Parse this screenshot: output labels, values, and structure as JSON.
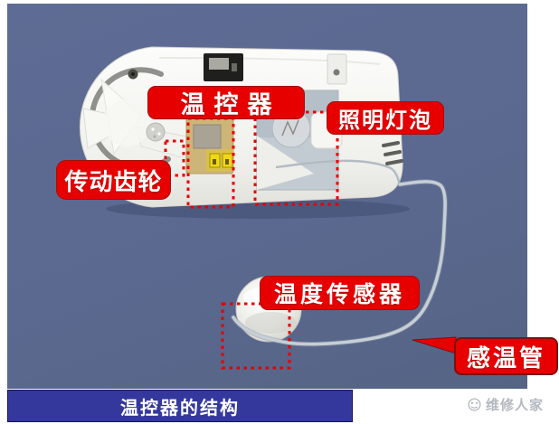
{
  "annotations": {
    "thermostat": {
      "label": "温控器"
    },
    "lighting_bulb": {
      "label": "照明灯泡"
    },
    "drive_gear": {
      "label": "传动齿轮"
    },
    "temperature_sensor": {
      "label": "温度传感器"
    },
    "sensing_tube": {
      "label": "感温管"
    }
  },
  "caption": {
    "title": "温控器的结构"
  },
  "watermark": {
    "brand": "维修人家"
  },
  "colors": {
    "annotation_red": "#e60000",
    "caption_bg": "#34379c",
    "photo_bg": "#5b6990",
    "housing_white": "#f2f2ef",
    "cable_gray": "#c6ced6"
  }
}
